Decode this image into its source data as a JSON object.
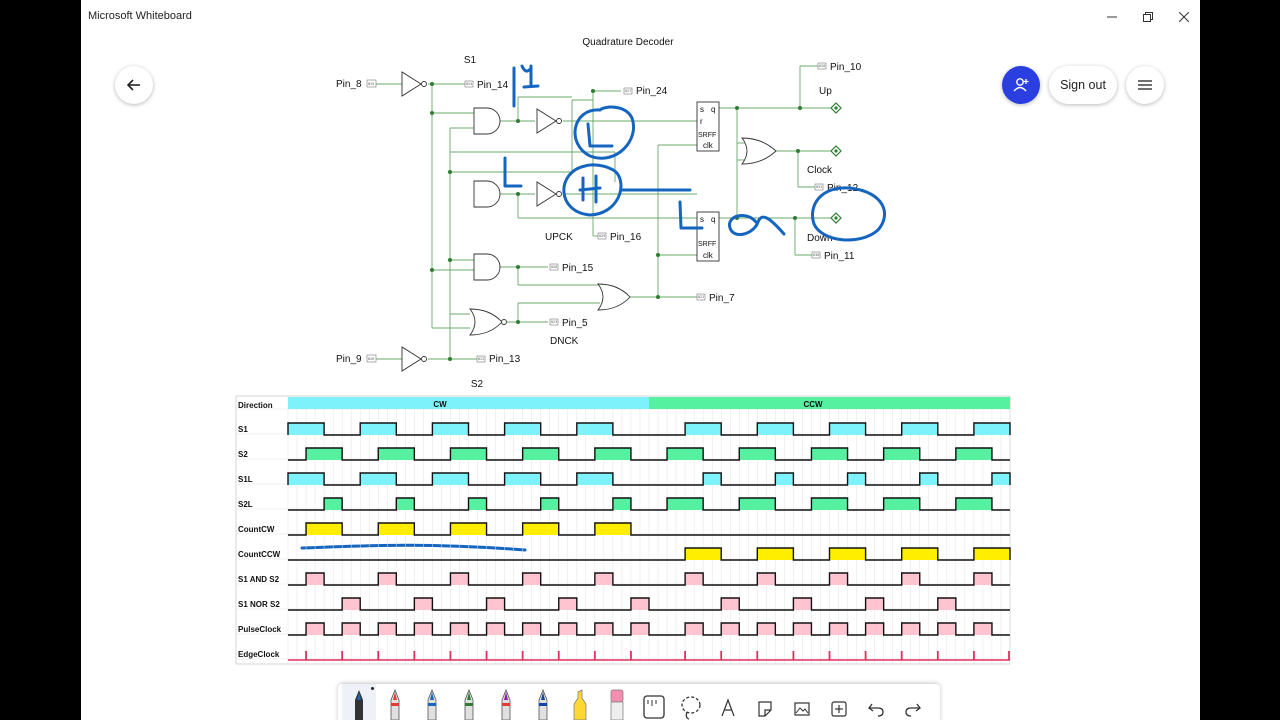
{
  "app": {
    "title": "Microsoft Whiteboard"
  },
  "header": {
    "sign_out_label": "Sign out"
  },
  "circuit": {
    "title": "Quadrature Decoder",
    "labels": {
      "s1": "S1",
      "s2": "S2",
      "upck": "UPCK",
      "dnck": "DNCK",
      "up": "Up",
      "clock": "Clock",
      "down": "Down"
    },
    "pins": {
      "pin8": "Pin_8",
      "pin9": "Pin_9",
      "pin14": "Pin_14",
      "pin24": "Pin_24",
      "pin16": "Pin_16",
      "pin15": "Pin_15",
      "pin5": "Pin_5",
      "pin13": "Pin_13",
      "pin7": "Pin_7",
      "pin10": "Pin_10",
      "pin11": "Pin_11",
      "pin12": "Pin_12"
    },
    "ff": {
      "s": "s",
      "q": "q",
      "r": "r",
      "name": "SRFF",
      "clk": "clk"
    },
    "pin_codes": [
      "025",
      "026",
      "024",
      "027",
      "029",
      "028",
      "023",
      "022",
      "021",
      "020",
      "030",
      "031"
    ]
  },
  "timing": {
    "direction_label": "Direction",
    "cw_label": "CW",
    "ccw_label": "CCW",
    "signals": [
      {
        "name": "S1",
        "color": "#7ef2fa",
        "highs": [
          [
            0,
            1
          ],
          [
            2,
            3
          ],
          [
            4,
            5
          ],
          [
            6,
            7
          ],
          [
            8,
            9
          ],
          [
            11,
            12
          ],
          [
            13,
            14
          ],
          [
            15,
            16
          ],
          [
            17,
            18
          ],
          [
            19,
            20
          ]
        ]
      },
      {
        "name": "S2",
        "color": "#55f0a0",
        "highs": [
          [
            0.5,
            1.5
          ],
          [
            2.5,
            3.5
          ],
          [
            4.5,
            5.5
          ],
          [
            6.5,
            7.5
          ],
          [
            8.5,
            9.5
          ],
          [
            10.5,
            11.5
          ],
          [
            12.5,
            13.5
          ],
          [
            14.5,
            15.5
          ],
          [
            16.5,
            17.5
          ],
          [
            18.5,
            19.5
          ]
        ]
      },
      {
        "name": "S1L",
        "color": "#7ef2fa",
        "highs": [
          [
            0,
            1
          ],
          [
            2,
            3
          ],
          [
            4,
            5
          ],
          [
            6,
            7
          ],
          [
            8,
            9
          ],
          [
            11.5,
            12
          ],
          [
            13.5,
            14
          ],
          [
            15.5,
            16
          ],
          [
            17.5,
            18
          ],
          [
            19.5,
            20
          ]
        ]
      },
      {
        "name": "S2L",
        "color": "#55f0a0",
        "highs": [
          [
            1,
            1.5
          ],
          [
            3,
            3.5
          ],
          [
            5,
            5.5
          ],
          [
            7,
            7.5
          ],
          [
            9,
            9.5
          ],
          [
            10.5,
            11.5
          ],
          [
            12.5,
            13.5
          ],
          [
            14.5,
            15.5
          ],
          [
            16.5,
            17.5
          ],
          [
            18.5,
            19.5
          ]
        ]
      },
      {
        "name": "CountCW",
        "color": "#ffee00",
        "highs": [
          [
            0.5,
            1.5
          ],
          [
            2.5,
            3.5
          ],
          [
            4.5,
            5.5
          ],
          [
            6.5,
            7.5
          ],
          [
            8.5,
            9.5
          ]
        ]
      },
      {
        "name": "CountCCW",
        "color": "#ffee00",
        "highs": [
          [
            11,
            12
          ],
          [
            13,
            14
          ],
          [
            15,
            16
          ],
          [
            17,
            18
          ],
          [
            19,
            20
          ]
        ]
      },
      {
        "name": "S1 AND S2",
        "color": "#ffc4d0",
        "highs": [
          [
            0.5,
            1
          ],
          [
            2.5,
            3
          ],
          [
            4.5,
            5
          ],
          [
            6.5,
            7
          ],
          [
            8.5,
            9
          ],
          [
            11,
            11.5
          ],
          [
            13,
            13.5
          ],
          [
            15,
            15.5
          ],
          [
            17,
            17.5
          ],
          [
            19,
            19.5
          ]
        ]
      },
      {
        "name": "S1 NOR S2",
        "color": "#ffc4d0",
        "highs": [
          [
            1.5,
            2
          ],
          [
            3.5,
            4
          ],
          [
            5.5,
            6
          ],
          [
            7.5,
            8
          ],
          [
            9.5,
            10
          ],
          [
            12,
            12.5
          ],
          [
            14,
            14.5
          ],
          [
            16,
            16.5
          ],
          [
            18,
            18.5
          ]
        ]
      },
      {
        "name": "PulseClock",
        "color": "#ffc4d0",
        "highs": [
          [
            0.5,
            1
          ],
          [
            1.5,
            2
          ],
          [
            2.5,
            3
          ],
          [
            3.5,
            4
          ],
          [
            4.5,
            5
          ],
          [
            5.5,
            6
          ],
          [
            6.5,
            7
          ],
          [
            7.5,
            8
          ],
          [
            8.5,
            9
          ],
          [
            9.5,
            10
          ],
          [
            11,
            11.5
          ],
          [
            12,
            12.5
          ],
          [
            13,
            13.5
          ],
          [
            14,
            14.5
          ],
          [
            15,
            15.5
          ],
          [
            16,
            16.5
          ],
          [
            17,
            17.5
          ],
          [
            18,
            18.5
          ],
          [
            19,
            19.5
          ]
        ]
      },
      {
        "name": "EdgeClock",
        "color": "#e03060",
        "pulses": [
          0.5,
          1.5,
          2.5,
          3.5,
          4.5,
          5.5,
          6.5,
          7.5,
          8.5,
          9.5,
          11,
          12,
          13,
          14,
          15,
          16,
          17,
          18,
          19,
          20
        ]
      }
    ]
  },
  "toolbar": {
    "tools": [
      "pen-tool",
      "red-pen",
      "blue-pen",
      "green-pen",
      "purple-pen",
      "dark-blue-pen",
      "highlighter",
      "eraser",
      "ruler",
      "lasso",
      "text-tool",
      "note-tool",
      "image-tool",
      "insert-tool",
      "undo",
      "redo"
    ],
    "pen_colors": [
      "#1565c0",
      "#e53935",
      "#1565c0",
      "#2e7d32",
      "#8e24aa",
      "#0d47a1",
      "#fdd835",
      "#f48fb1"
    ]
  },
  "colors": {
    "accent": "#2b3fe0",
    "ink": "#1565c0",
    "wire": "#2e7d32"
  }
}
